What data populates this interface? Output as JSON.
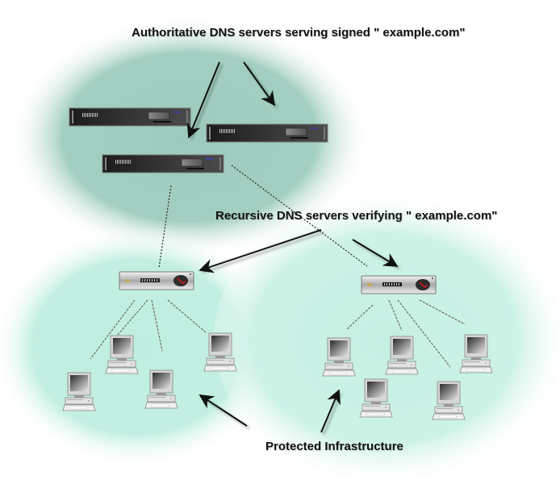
{
  "diagram": {
    "title": "DNSSEC deployment overview",
    "labels": {
      "authoritative": "Authoritative DNS servers serving signed \" example.com\"",
      "recursive": "Recursive DNS servers verifying \" example.com\"",
      "protected": "Protected Infrastructure"
    },
    "groups": [
      {
        "id": "authoritative-zone",
        "color": "#9ccabd",
        "members": [
          "auth-server-1",
          "auth-server-2",
          "auth-server-3"
        ]
      },
      {
        "id": "protected-zone-left",
        "color": "#bfeee0",
        "members": [
          "recursive-server-left",
          "workstation-l1",
          "workstation-l2",
          "workstation-l3",
          "workstation-l4"
        ]
      },
      {
        "id": "protected-zone-right",
        "color": "#c6f0e3",
        "members": [
          "recursive-server-right",
          "workstation-r1",
          "workstation-r2",
          "workstation-r3",
          "workstation-r4",
          "workstation-r5"
        ]
      }
    ],
    "nodes": {
      "auth_servers": [
        {
          "name": "auth-server-1",
          "type": "rack-server"
        },
        {
          "name": "auth-server-2",
          "type": "rack-server"
        },
        {
          "name": "auth-server-3",
          "type": "rack-server"
        }
      ],
      "recursive_servers": [
        {
          "name": "recursive-server-left",
          "type": "unbound-appliance",
          "badge": "UNBOUND"
        },
        {
          "name": "recursive-server-right",
          "type": "unbound-appliance",
          "badge": "UNBOUND"
        }
      ],
      "workstations": [
        {
          "name": "workstation-l1",
          "group": "left"
        },
        {
          "name": "workstation-l2",
          "group": "left"
        },
        {
          "name": "workstation-l3",
          "group": "left"
        },
        {
          "name": "workstation-l4",
          "group": "left"
        },
        {
          "name": "workstation-r1",
          "group": "right"
        },
        {
          "name": "workstation-r2",
          "group": "right"
        },
        {
          "name": "workstation-r3",
          "group": "right"
        },
        {
          "name": "workstation-r4",
          "group": "right"
        },
        {
          "name": "workstation-r5",
          "group": "right"
        }
      ]
    },
    "edges": [
      {
        "from": "auth-server-3",
        "to": "recursive-server-left",
        "style": "dotted"
      },
      {
        "from": "auth-server-3",
        "to": "recursive-server-right",
        "style": "dotted"
      },
      {
        "from": "recursive-server-left",
        "to": "workstation-l1",
        "style": "dashed"
      },
      {
        "from": "recursive-server-left",
        "to": "workstation-l2",
        "style": "dashed"
      },
      {
        "from": "recursive-server-left",
        "to": "workstation-l3",
        "style": "dashed"
      },
      {
        "from": "recursive-server-left",
        "to": "workstation-l4",
        "style": "dashed"
      },
      {
        "from": "recursive-server-right",
        "to": "workstation-r1",
        "style": "dashed"
      },
      {
        "from": "recursive-server-right",
        "to": "workstation-r2",
        "style": "dashed"
      },
      {
        "from": "recursive-server-right",
        "to": "workstation-r3",
        "style": "dashed"
      },
      {
        "from": "recursive-server-right",
        "to": "workstation-r4",
        "style": "dashed"
      }
    ],
    "colors": {
      "arrow": "#111111",
      "server_body": "#2a2a2a",
      "server_led": "#3b3bff",
      "appliance_accent": "#d01818"
    }
  }
}
